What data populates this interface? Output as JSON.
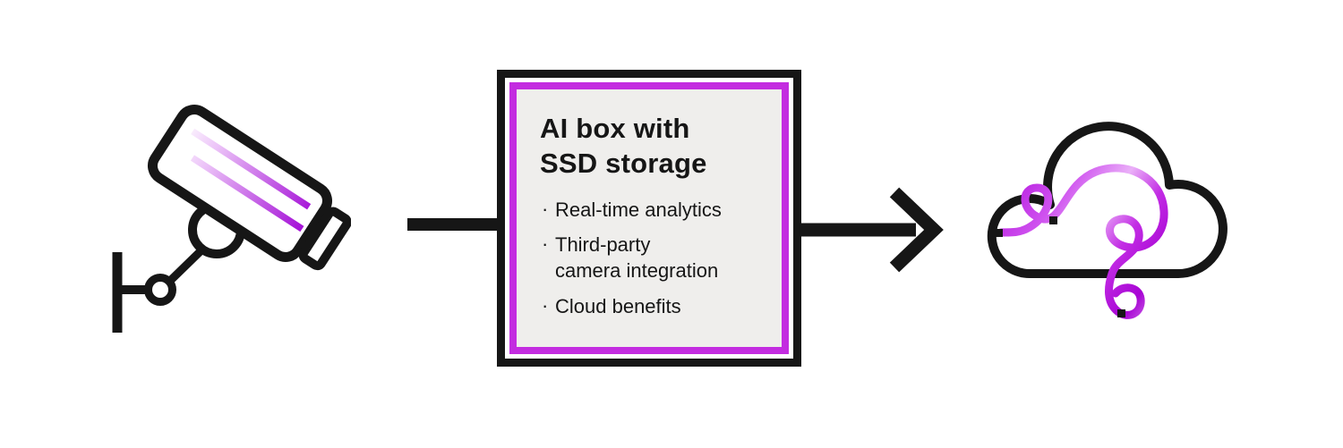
{
  "box": {
    "title": "AI box with\nSSD storage",
    "bullets": [
      "Real-time analytics",
      "Third-party\ncamera integration",
      "Cloud benefits"
    ]
  },
  "colors": {
    "ink": "#161616",
    "accent_magenta": "#c32ce0",
    "box_background": "#efeeec"
  },
  "icons": {
    "left": "security-camera-icon",
    "middle": "ai-box",
    "right": "cloud-icon",
    "connector": "arrow-right-icon"
  }
}
